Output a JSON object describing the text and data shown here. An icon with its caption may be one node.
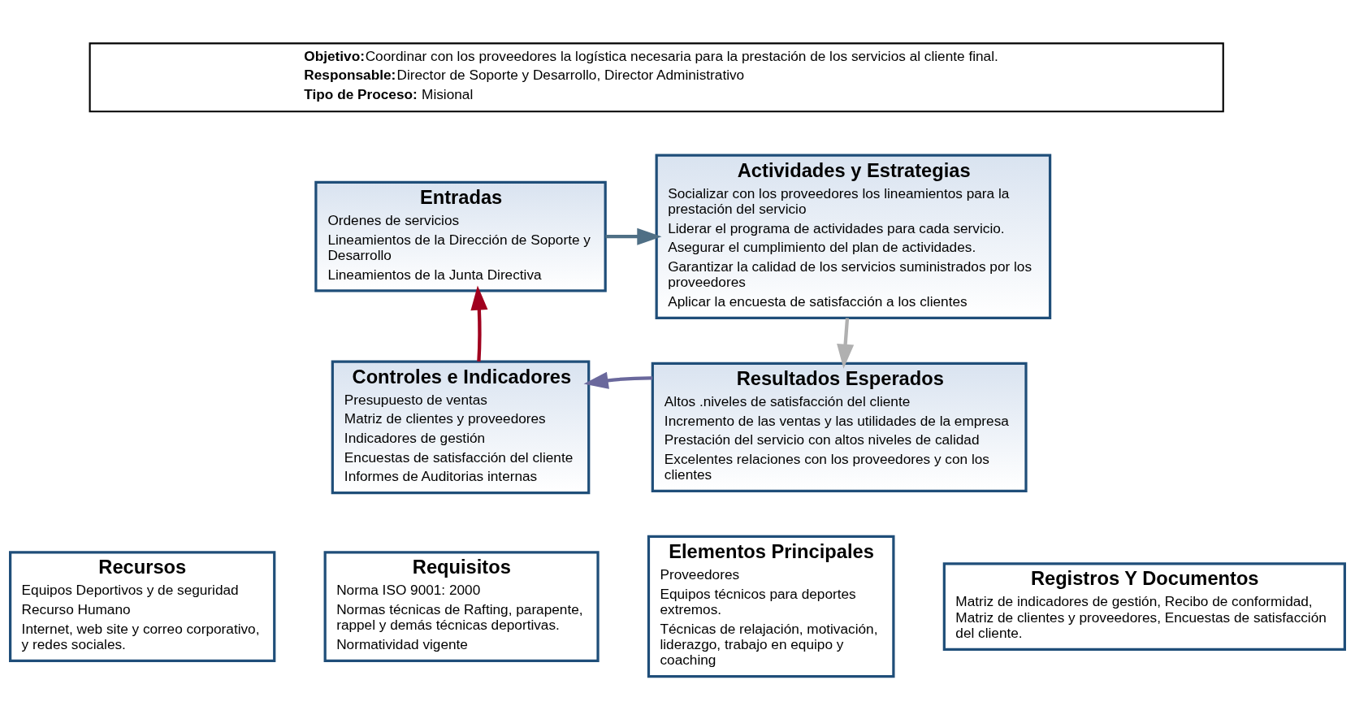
{
  "diagram": {
    "nodes": [
      {
        "text": [
          "**Objetivo:**Coordinar con los proveedores la logística necesaria para la prestación de los servicios al cliente final.",
          "**Responsable:**Director de Soporte y Desarrollo, Director Administrativo",
          "**Tipo de Proceso:** Misional"
        ]
      },
      {
        "text": [
          "Entradas",
          "Ordenes de servicios",
          "Lineamientos de la Dirección de Soporte y Desarrollo",
          "Lineamientos de la Junta Directiva"
        ]
      },
      {
        "text": [
          "Actividades y Estrategias",
          "Socializar con los proveedores los lineamientos para la prestación del servicio",
          "Liderar el programa de actividades para cada servicio.",
          "Asegurar el cumplimiento del plan de actividades.",
          "Garantizar la calidad de los servicios suministrados por los proveedores",
          "Aplicar la encuesta de satisfacción a los clientes"
        ]
      },
      {
        "text": [
          "Controles e Indicadores",
          "Presupuesto de ventas",
          "Matriz de clientes y proveedores",
          "Indicadores de gestión",
          "Encuestas de satisfacción del cliente",
          "Informes de Auditorias internas"
        ]
      },
      {
        "text": [
          "Resultados Esperados",
          "Altos .niveles de satisfacción del cliente",
          "Incremento de las ventas y las utilidades de la empresa",
          "Prestación del servicio con altos niveles de calidad",
          "Excelentes relaciones con los proveedores y con los clientes"
        ]
      },
      {
        "text": [
          "Recursos",
          "Equipos Deportivos y de seguridad",
          "Recurso Humano",
          "Internet, web site y correo corporativo, y redes sociales."
        ]
      },
      {
        "text": [
          "Requisitos",
          "Norma ISO 9001: 2000",
          "Normas técnicas de Rafting, parapente, rappel y demás técnicas deportivas.",
          "Normatividad vigente"
        ]
      },
      {
        "text": [
          "Elementos Principales",
          "Proveedores",
          "Equipos técnicos para deportes extremos.",
          "Técnicas de relajación, motivación, liderazgo, trabajo en equipo y coaching"
        ]
      },
      {
        "text": [
          "Registros Y Documentos",
          "Matriz de indicadores de gestión, Recibo de conformidad, Matriz de clientes y proveedores, Encuestas de satisfacción del cliente."
        ]
      }
    ],
    "edges": [
      {
        "from": 1,
        "to": 2,
        "arrow": "to",
        "color": "#4f6f85"
      },
      {
        "from": 2,
        "to": 4,
        "arrow": "to",
        "color": "#b0b0b0"
      },
      {
        "from": 4,
        "to": 3,
        "arrow": "to",
        "color": "#6a689c"
      },
      {
        "from": 3,
        "to": 1,
        "arrow": "to",
        "color": "#a0001e"
      }
    ]
  }
}
